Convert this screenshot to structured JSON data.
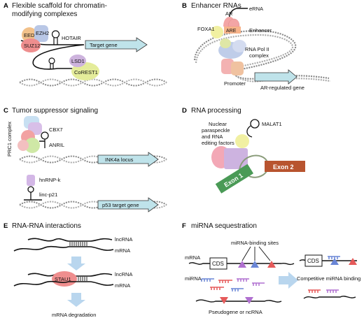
{
  "panels": {
    "A": {
      "letter": "A",
      "title_line1": "Flexible scaffold for chromatin-",
      "title_line2": "modifying complexes",
      "labels": {
        "eed": "EED",
        "ezh2": "EZH2",
        "suz12": "SUZ12",
        "hotair": "HOTAIR",
        "lsd1": "LSD1",
        "corest1": "CoREST1",
        "target": "Target gene"
      }
    },
    "B": {
      "letter": "B",
      "title": "Enhancer RNAs",
      "labels": {
        "erna": "eRNA",
        "foxa1": "FOXA1",
        "ar": "AR",
        "are": "ARE",
        "enhancer": "Enhancer",
        "polii_1": "RNA Pol II",
        "polii_2": "complex",
        "promoter": "Promoter",
        "arreg": "AR-regulated gene"
      }
    },
    "C": {
      "letter": "C",
      "title": "Tumor suppressor signaling",
      "labels": {
        "prc1": "PRC1 complex",
        "cbx7": "CBX7",
        "anril": "ANRIL",
        "ink4a": "INK4a locus",
        "hnrnp": "hnRNP-k",
        "lincp21": "linc-p21",
        "p53": "p53 target gene"
      }
    },
    "D": {
      "letter": "D",
      "title": "RNA processing",
      "labels": {
        "np1": "Nuclear",
        "np2": "paraspeckle",
        "np3": "and RNA",
        "np4": "editing factors",
        "malat1": "MALAT1",
        "exon1": "Exon 1",
        "exon2": "Exon 2"
      }
    },
    "E": {
      "letter": "E",
      "title": "RNA-RNA interactions",
      "labels": {
        "lncrna1": "lncRNA",
        "mrna1": "mRNA",
        "stau1": "STAU1",
        "lncrna2": "lncRNA",
        "mrna2": "mRNA",
        "degradation": "mRNA degradation"
      }
    },
    "F": {
      "letter": "F",
      "title": "miRNA sequestration",
      "labels": {
        "sites": "miRNA-binding sites",
        "mrna": "mRNA",
        "cds1": "CDS",
        "cds2": "CDS",
        "mirna": "miRNA",
        "pseudo": "Pseudogene or ncRNA",
        "competitive": "Competitive miRNA binding"
      }
    }
  },
  "colors": {
    "eed": "#f2c18a",
    "ezh2": "#b9c7e6",
    "suz12": "#ee8e8e",
    "lsd1": "#cdb3dd",
    "corest1": "#e4ec9a",
    "gene_arrow": "#bfe3ea",
    "foxa1": "#f1f0a2",
    "ar": "#f3a5a5",
    "are": "#f7b38a",
    "polii": "#bfcde9",
    "promoter": "#f3b2b2",
    "cbx7": "#c8e0f2",
    "prc1_purple": "#d8bfe8",
    "prc1_red": "#f2a2a2",
    "prc1_green": "#cfe8a6",
    "hnrnp": "#d3b7e6",
    "np_pink": "#f3a8b6",
    "np_purple": "#cdb3e0",
    "exon1": "#4a9a56",
    "exon2": "#b8542f",
    "stau1": "#ef8e8e",
    "mirna_red": "#e55a5a",
    "mirna_blue": "#6a86d6",
    "mirna_purple": "#b070d0",
    "flow_arrow": "#b9d6ee"
  }
}
